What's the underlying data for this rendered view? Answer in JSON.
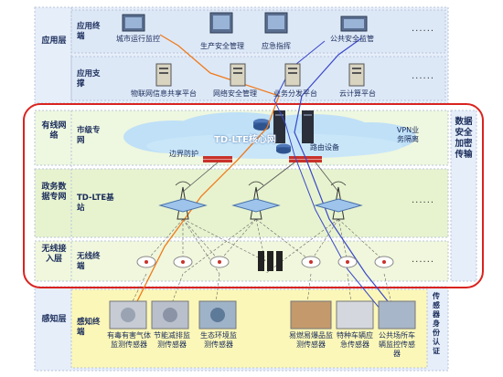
{
  "layers": {
    "app_layer": "应用层",
    "wired": "有线网络",
    "gov": "政务数据专网",
    "wireless": "无线接入层",
    "perception": "感知层"
  },
  "sublabels": {
    "app_terminal": "应用终端",
    "app_support": "应用支撑",
    "city_net": "市级专网",
    "tdlte_bs": "TD-LTE基站",
    "wireless_terminal": "无线终端",
    "sensing_terminal": "感知终端"
  },
  "app_items": [
    "城市运行监控",
    "生产安全管理",
    "应急指挥",
    "公共安全监管"
  ],
  "support_items": [
    "物联网信息共享平台",
    "网络安全管理",
    "业务分发平台",
    "云计算平台"
  ],
  "core": {
    "title": "TD-LTE核心网",
    "boundary": "边界防护",
    "router": "路由设备",
    "vpn": "VPN业务隔离"
  },
  "sensors": [
    "有毒有害气体监测传感器",
    "节能减排监测传感器",
    "生态环境监测传感器",
    "易燃易爆品监测传感器",
    "特种车辆应急传感器",
    "公共场所车辆监控传感器"
  ],
  "right_labels": {
    "security": "数据安全加密传输",
    "identity": "传感器身份认证"
  },
  "ellipsis": "......",
  "colors": {
    "top_bg": "#e6eefa",
    "wired_bg": "#eef7e0",
    "gov_bg": "#e7f3cf",
    "wireless_bg": "#f0f7dc",
    "perc_bg": "#fbf7b8",
    "border": "#b8c4d8",
    "red_frame": "#d9231f",
    "orange_line": "#f07a1a",
    "blue_line": "#3a48c8"
  }
}
